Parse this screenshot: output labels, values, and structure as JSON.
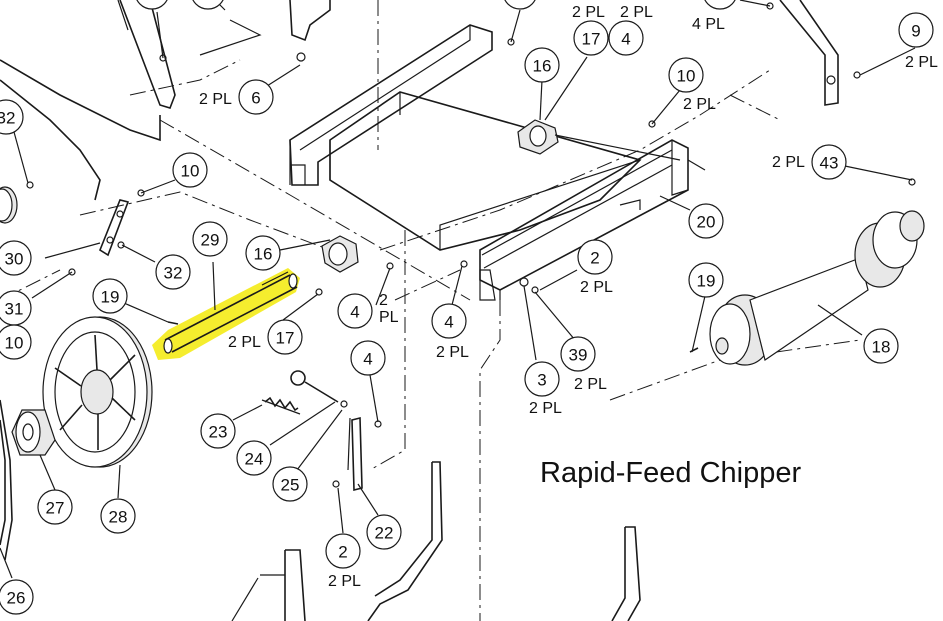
{
  "title": "Rapid-Feed Chipper",
  "colors": {
    "highlight": "#f4ec1c",
    "ink": "#1a1a1a",
    "background": "#ffffff"
  },
  "highlighted_part": "29",
  "callouts": [
    {
      "id": "c-top-a",
      "num": ""
    },
    {
      "id": "c-top-b",
      "num": ""
    },
    {
      "id": "c-top-c",
      "num": ""
    },
    {
      "id": "c-top-d",
      "num": ""
    },
    {
      "id": "c6",
      "num": "6"
    },
    {
      "id": "c17a",
      "num": "17"
    },
    {
      "id": "c4a",
      "num": "4"
    },
    {
      "id": "c9",
      "num": "9"
    },
    {
      "id": "c16a",
      "num": "16"
    },
    {
      "id": "c10a",
      "num": "10"
    },
    {
      "id": "c32a",
      "num": "32"
    },
    {
      "id": "c10b",
      "num": "10"
    },
    {
      "id": "c43",
      "num": "43"
    },
    {
      "id": "c29",
      "num": "29"
    },
    {
      "id": "c20",
      "num": "20"
    },
    {
      "id": "c16b",
      "num": "16"
    },
    {
      "id": "c30",
      "num": "30"
    },
    {
      "id": "c32b",
      "num": "32"
    },
    {
      "id": "c2a",
      "num": "2"
    },
    {
      "id": "c19a",
      "num": "19"
    },
    {
      "id": "c19b",
      "num": "19"
    },
    {
      "id": "c31",
      "num": "31"
    },
    {
      "id": "c4b",
      "num": "4"
    },
    {
      "id": "c17b",
      "num": "17"
    },
    {
      "id": "c4c",
      "num": "4"
    },
    {
      "id": "c10c",
      "num": "10"
    },
    {
      "id": "c39",
      "num": "39"
    },
    {
      "id": "c18",
      "num": "18"
    },
    {
      "id": "c4d",
      "num": "4"
    },
    {
      "id": "c3",
      "num": "3"
    },
    {
      "id": "c23",
      "num": "23"
    },
    {
      "id": "c24",
      "num": "24"
    },
    {
      "id": "c27",
      "num": "27"
    },
    {
      "id": "c25",
      "num": "25"
    },
    {
      "id": "c28",
      "num": "28"
    },
    {
      "id": "c22",
      "num": "22"
    },
    {
      "id": "c2b",
      "num": "2"
    },
    {
      "id": "c26",
      "num": "26"
    }
  ],
  "qty_labels": [
    {
      "id": "q1",
      "text": "2 PL"
    },
    {
      "id": "q2",
      "text": "2 PL"
    },
    {
      "id": "q3",
      "text": "4 PL"
    },
    {
      "id": "q4",
      "text": "2 PL"
    },
    {
      "id": "q5",
      "text": "2 PL"
    },
    {
      "id": "q6",
      "text": "2 PL"
    },
    {
      "id": "q7",
      "text": "2 PL"
    },
    {
      "id": "q8",
      "text": "2 PL"
    },
    {
      "id": "q9",
      "text": "2"
    },
    {
      "id": "q10",
      "text": "PL"
    },
    {
      "id": "q11",
      "text": "2 PL"
    },
    {
      "id": "q12",
      "text": "2 PL"
    },
    {
      "id": "q13",
      "text": "2 PL"
    },
    {
      "id": "q14",
      "text": "2 PL"
    },
    {
      "id": "q15",
      "text": "2 PL"
    }
  ]
}
